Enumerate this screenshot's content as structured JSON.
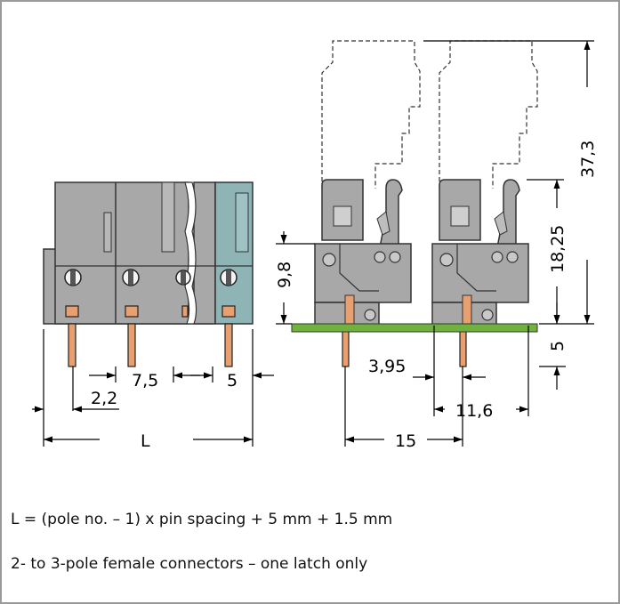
{
  "dimensions": {
    "height_total": "37,3",
    "height_body": "18,25",
    "height_latch": "9,8",
    "pin_length": "5",
    "pin_spacing": "7,5",
    "end_pitch": "5",
    "pin_offset": "2,2",
    "length": "L",
    "pin_offset_side": "3,95",
    "depth": "11,6",
    "pitch_side": "15"
  },
  "notes": {
    "formula": "L = (pole no. – 1) x pin spacing + 5 mm + 1.5 mm",
    "latch_note": "2- to 3-pole female connectors – one latch only"
  },
  "colors": {
    "body": "#a8a8a8",
    "highlight": "#8fb4b6",
    "pin": "#e8a070",
    "pcb": "#6fb33c"
  }
}
